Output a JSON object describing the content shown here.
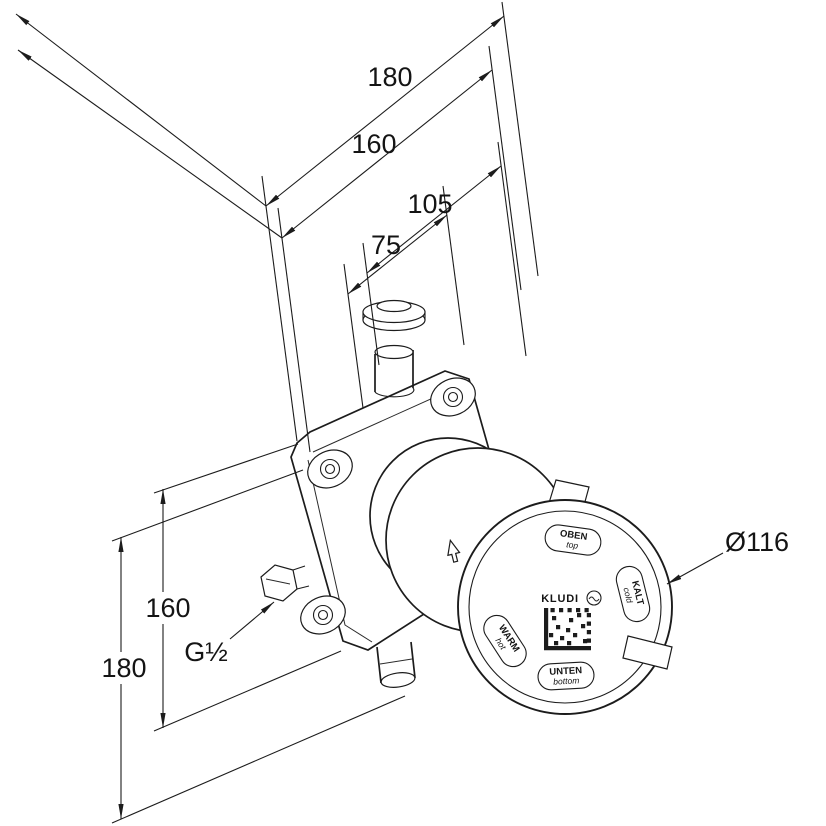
{
  "dimensions": {
    "top": {
      "outer": "180",
      "inner": "160",
      "depth_total": "105",
      "depth_inner": "75"
    },
    "side": {
      "inner": "160",
      "outer": "180"
    },
    "front_diameter": "Ø116",
    "thread": "G½"
  },
  "cap": {
    "brand": "KLUDI",
    "top": {
      "de": "OBEN",
      "en": "top"
    },
    "right": {
      "de": "KALT",
      "en": "cold"
    },
    "left": {
      "de": "WARM",
      "en": "hot"
    },
    "bottom": {
      "de": "UNTEN",
      "en": "bottom"
    }
  },
  "icons": {
    "logo": "kludi-logo-icon",
    "code": "data-matrix-code",
    "flow": "flow-arrow-icon"
  },
  "colors": {
    "line": "#1c1c1c",
    "background": "#ffffff"
  }
}
